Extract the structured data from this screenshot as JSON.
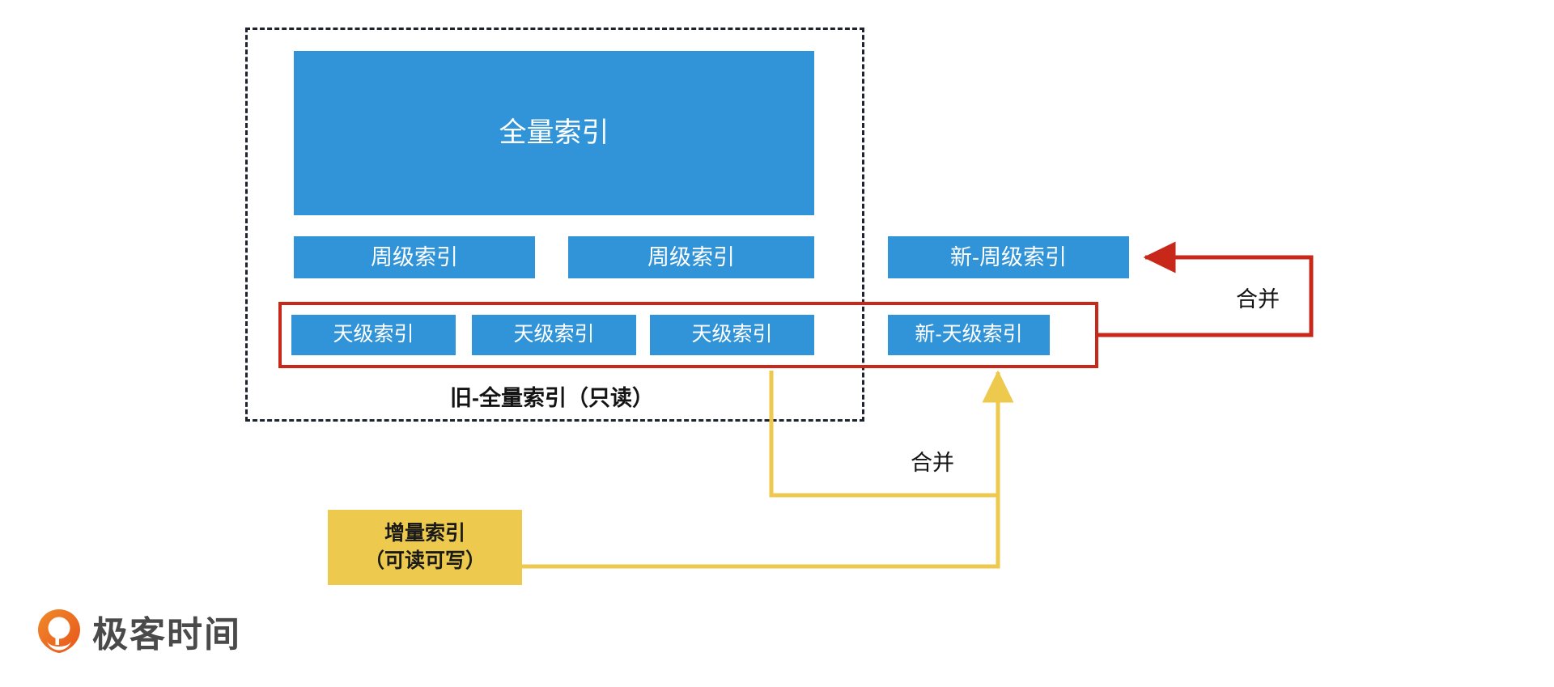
{
  "diagram": {
    "title_caption": "旧-全量索引（只读）",
    "colors": {
      "blue": "#3194D8",
      "yellow": "#EDC94D",
      "red": "#C8281A",
      "dashed": "#1f2330",
      "logo_orange": "#ED6C1F"
    },
    "full_index": {
      "label": "全量索引"
    },
    "week_indexes": [
      {
        "label": "周级索引"
      },
      {
        "label": "周级索引"
      }
    ],
    "new_week_index": {
      "label": "新-周级索引"
    },
    "day_indexes": [
      {
        "label": "天级索引"
      },
      {
        "label": "天级索引"
      },
      {
        "label": "天级索引"
      }
    ],
    "new_day_index": {
      "label": "新-天级索引"
    },
    "incremental_index": {
      "line1": "增量索引",
      "line2": "（可读可写）"
    },
    "arrows": [
      {
        "name": "merge-red",
        "label": "合并"
      },
      {
        "name": "merge-yellow",
        "label": "合并"
      }
    ]
  },
  "logo": {
    "text": "极客时间",
    "icon": "geek-time-pin-icon"
  }
}
